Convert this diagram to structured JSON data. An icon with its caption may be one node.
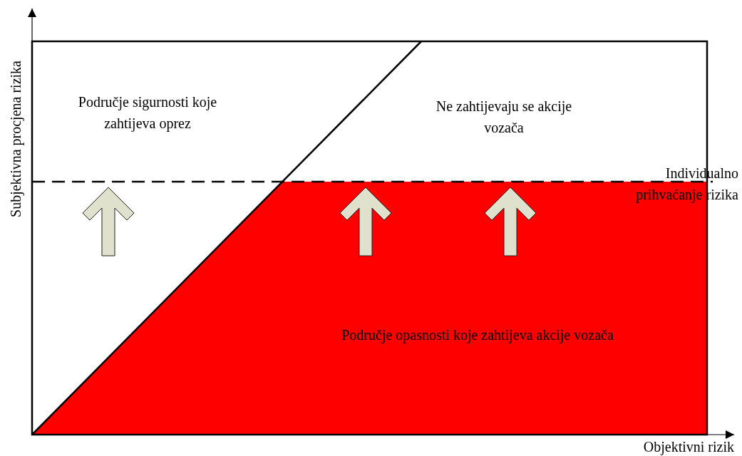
{
  "diagram": {
    "labels": [
      "Subjektivna procjena rizika",
      "Područje sigurnosti koje zahtijeva oprez",
      "Ne zahtijevaju se akcije vozača",
      "Individualno prihvaćanje rizika",
      "Područje opasnosti koje zahtijeva akcije vozača",
      "Objektivni rizik"
    ]
  }
}
